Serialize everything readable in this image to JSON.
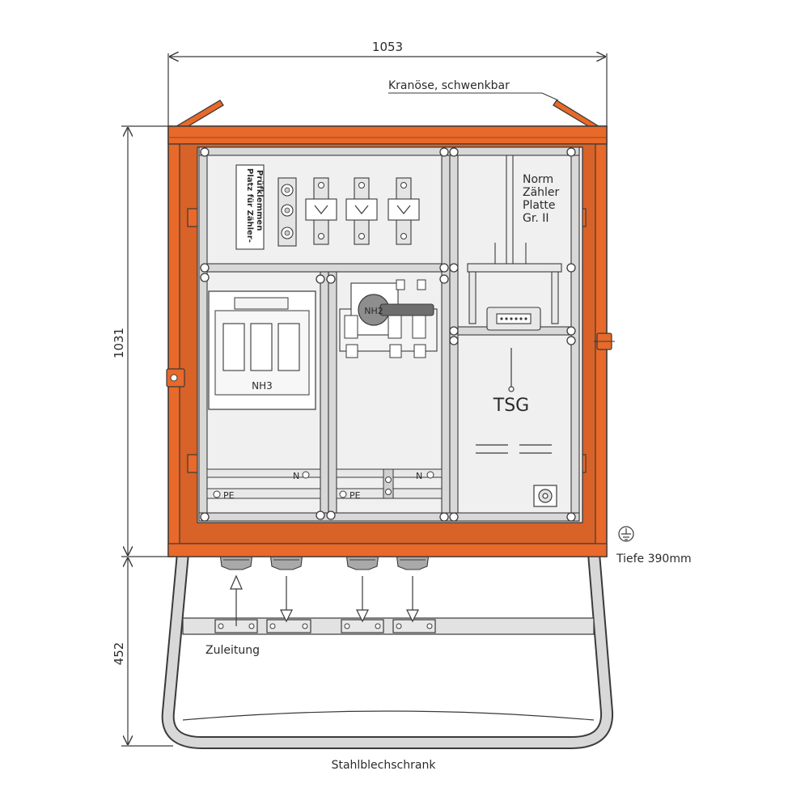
{
  "dimensions": {
    "width": "1053",
    "height": "1031",
    "base_height": "452"
  },
  "labels": {
    "crane_eye": "Kranöse, schwenkbar",
    "meter_line1": "Norm",
    "meter_line2": "Zähler",
    "meter_line3": "Platte",
    "meter_line4": "Gr. II",
    "tsg": "TSG",
    "test_terminals_line1": "Platz für Zähler-",
    "test_terminals_line2": "Prüfklemmen",
    "nh3": "NH3",
    "nh2": "NH2",
    "n_left": "N",
    "n_right": "N",
    "pe_left": "PE",
    "pe_right": "PE",
    "depth": "Tiefe 390mm",
    "supply": "Zuleitung",
    "caption": "Stahlblechschrank"
  },
  "colors": {
    "housing": "#e8692a",
    "housing_dark": "#a44510",
    "panel": "#f0f0f0",
    "frame": "#d8d8d8",
    "line": "#3a3a3a"
  },
  "icons": {
    "earth": "earth-ground-icon"
  }
}
